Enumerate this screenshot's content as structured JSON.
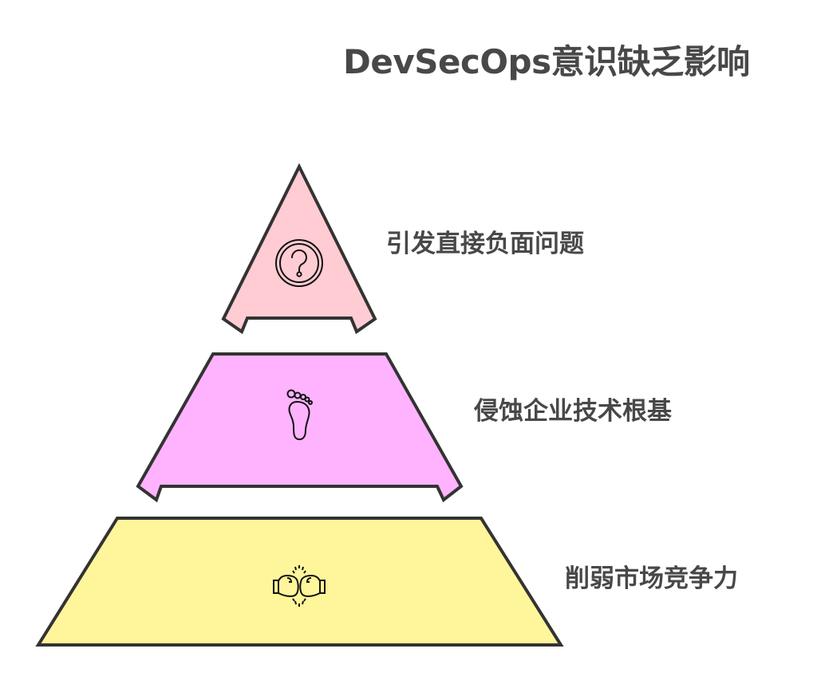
{
  "title": "DevSecOps意识缺乏影响",
  "colors": {
    "text": "#484848",
    "outline": "#333333",
    "level_1_fill": "#FFCCD3",
    "level_2_fill": "#FFB3FF",
    "level_3_fill": "#FFF59A"
  },
  "pyramid": {
    "levels": [
      {
        "label": "引发直接负面问题",
        "icon": "question-circle-icon",
        "fill": "#FFCCD3"
      },
      {
        "label": "侵蚀企业技术根基",
        "icon": "footprint-icon",
        "fill": "#FFB3FF"
      },
      {
        "label": "削弱市场竞争力",
        "icon": "boxing-gloves-icon",
        "fill": "#FFF59A"
      }
    ]
  }
}
